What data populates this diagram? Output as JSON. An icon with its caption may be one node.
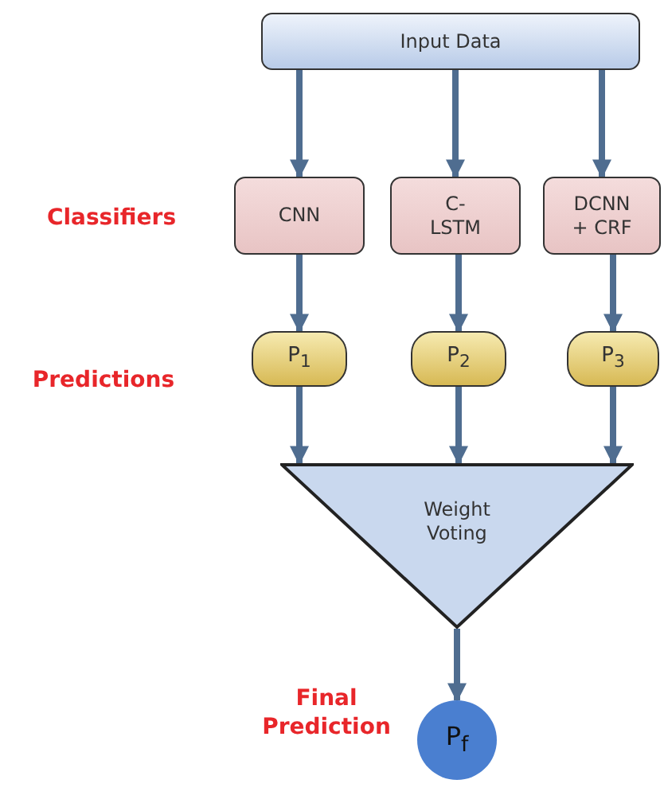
{
  "diagram": {
    "nodes": [
      {
        "text": [
          "Input Data"
        ]
      },
      {
        "text": [
          "CNN"
        ]
      },
      {
        "text": [
          "C- LSTM"
        ]
      },
      {
        "text": [
          "DCNN + CRF"
        ]
      },
      {
        "text": [
          "P$_{1}$"
        ]
      },
      {
        "text": [
          "P$_{2}$"
        ]
      },
      {
        "text": [
          "P$_{3}$"
        ]
      },
      {
        "text": [
          "Weight Voting"
        ]
      },
      {
        "text": [
          "P$_{f}$"
        ]
      }
    ],
    "edges": [
      {
        "from": 0,
        "to": 1,
        "arrow": "to"
      },
      {
        "from": 0,
        "to": 2,
        "arrow": "to"
      },
      {
        "from": 0,
        "to": 3,
        "arrow": "to"
      },
      {
        "from": 1,
        "to": 4,
        "arrow": "to"
      },
      {
        "from": 2,
        "to": 5,
        "arrow": "to"
      },
      {
        "from": 3,
        "to": 6,
        "arrow": "to"
      },
      {
        "from": 4,
        "to": 7,
        "arrow": "to"
      },
      {
        "from": 5,
        "to": 7,
        "arrow": "to"
      },
      {
        "from": 6,
        "to": 7,
        "arrow": "to"
      },
      {
        "from": 7,
        "to": 8,
        "arrow": "to"
      }
    ],
    "labels": [
      "Classifiers",
      "Predictions",
      "Final Prediction"
    ]
  }
}
